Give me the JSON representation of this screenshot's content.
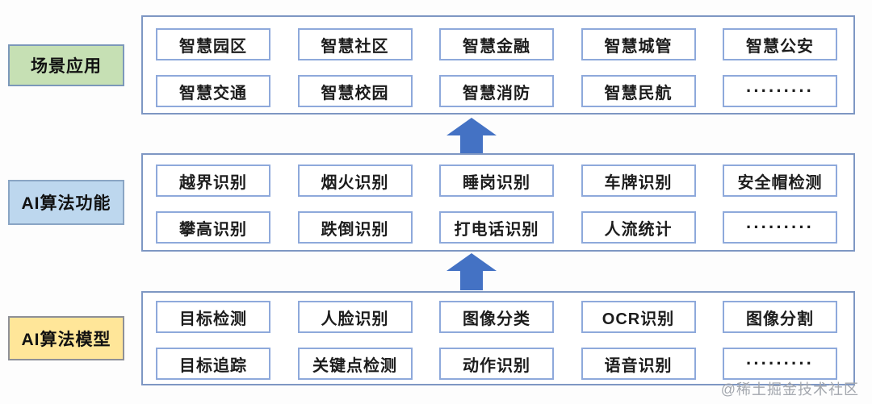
{
  "colors": {
    "container_border": "#7e97c3",
    "item_border": "#8ea9db",
    "arrow": "#4472c4",
    "watermark": "#a3a7ae"
  },
  "layers": [
    {
      "label": "场景应用",
      "label_bg": "#c6e0b4",
      "label_border": "#7c98ba",
      "items": [
        "智慧园区",
        "智慧社区",
        "智慧金融",
        "智慧城管",
        "智慧公安",
        "智慧交通",
        "智慧校园",
        "智慧消防",
        "智慧民航",
        "·········"
      ]
    },
    {
      "label": "AI算法功能",
      "label_bg": "#bdd7ee",
      "label_border": "#8aa5c4",
      "items": [
        "越界识别",
        "烟火识别",
        "睡岗识别",
        "车牌识别",
        "安全帽检测",
        "攀高识别",
        "跌倒识别",
        "打电话识别",
        "人流统计",
        "·········"
      ]
    },
    {
      "label": "AI算法模型",
      "label_bg": "#ffe699",
      "label_border": "#8e9097",
      "items": [
        "目标检测",
        "人脸识别",
        "图像分类",
        "OCR识别",
        "图像分割",
        "目标追踪",
        "关键点检测",
        "动作识别",
        "语音识别",
        "·········"
      ]
    }
  ],
  "watermark": "@稀土掘金技术社区"
}
